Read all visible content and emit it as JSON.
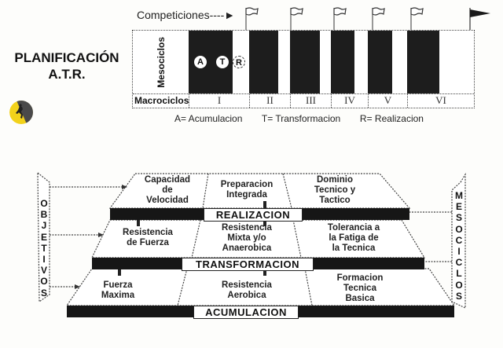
{
  "header": {
    "title_line1": "PLANIFICACIÓN",
    "title_line2": "A.T.R.",
    "logo_icon": "climber-logo-icon",
    "logo_colors": {
      "yellow": "#f2d21b",
      "gray": "#4a4a4a"
    }
  },
  "atr_chart": {
    "competitions_label": "Competiciones",
    "competition_flags": 5,
    "final_flag": "black-pennant",
    "row_labels": {
      "mesocycles": "Mesociclos",
      "macrocycles": "Macrociclos"
    },
    "macrocycles": [
      "I",
      "II",
      "III",
      "IV",
      "V",
      "VI"
    ],
    "phase_circles": [
      "A",
      "T",
      "R"
    ],
    "legend": {
      "a": "A= Acumulacion",
      "t": "T= Transformacion",
      "r": "R= Realizacion"
    }
  },
  "pyramid": {
    "left_side_label": "OBJETIVOS",
    "right_side_label": "MESOCICLOS",
    "levels": [
      {
        "band": "REALIZACION",
        "cells": [
          "Capacidad de Velocidad",
          "Preparacion Integrada",
          "Dominio Tecnico y Tactico"
        ]
      },
      {
        "band": "TRANSFORMACION",
        "cells": [
          "Resistencia de Fuerza",
          "Resistencia Mixta y/o Anaerobica",
          "Tolerancia a la Fatiga de la Tecnica"
        ]
      },
      {
        "band": "ACUMULACION",
        "cells": [
          "Fuerza Maxima",
          "Resistencia Aerobica",
          "Formacion Tecnica Basica"
        ]
      }
    ],
    "cell_lines": {
      "l0c0": [
        "Capacidad",
        "de",
        "Velocidad"
      ],
      "l0c1": [
        "Preparacion",
        "Integrada"
      ],
      "l0c2": [
        "Dominio",
        "Tecnico y",
        "Tactico"
      ],
      "l1c0": [
        "Resistencia",
        "de Fuerza"
      ],
      "l1c1": [
        "Resistencia",
        "Mixta y/o",
        "Anaerobica"
      ],
      "l1c2": [
        "Tolerancia a",
        "la Fatiga de",
        "la Tecnica"
      ],
      "l2c0": [
        "Fuerza",
        "Maxima"
      ],
      "l2c1": [
        "Resistencia",
        "Aerobica"
      ],
      "l2c2": [
        "Formacion",
        "Tecnica",
        "Basica"
      ]
    },
    "left_letters": [
      "O",
      "B",
      "J",
      "E",
      "T",
      "I",
      "V",
      "O",
      "S"
    ],
    "right_letters": [
      "M",
      "E",
      "S",
      "O",
      "C",
      "I",
      "C",
      "L",
      "O",
      "S"
    ]
  }
}
